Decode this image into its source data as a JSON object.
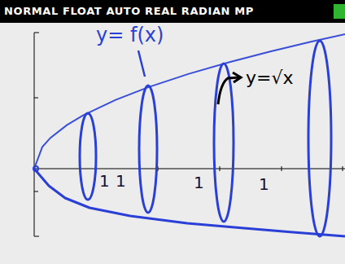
{
  "diagram": {
    "labels": [
      "NORMAL FLOAT AUTO REAL RADIAN MP",
      "y= f(x)",
      "y=√x",
      "1",
      "1",
      "1",
      "1"
    ]
  }
}
